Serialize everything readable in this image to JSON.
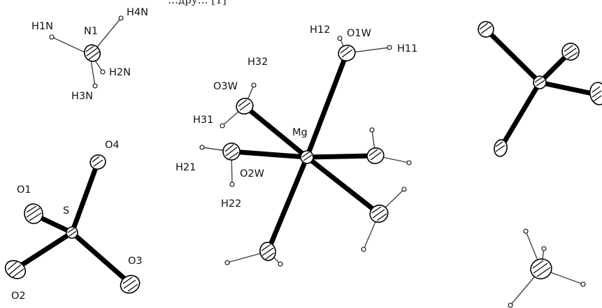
{
  "caption": "…дру… [1]",
  "atoms": {
    "N1": "N1",
    "H1N": "H1N",
    "H2N": "H2N",
    "H3N": "H3N",
    "H4N": "H4N",
    "S": "S",
    "O1": "O1",
    "O2": "O2",
    "O3": "O3",
    "O4": "O4",
    "Mg": "Mg",
    "O1W": "O1W",
    "O2W": "O2W",
    "O3W": "O3W",
    "H11": "H11",
    "H12": "H12",
    "H21": "H21",
    "H22": "H22",
    "H31": "H31",
    "H32": "H32"
  },
  "colors": {
    "bond": "#000000",
    "label": "#111111",
    "background": "#ffffff"
  }
}
